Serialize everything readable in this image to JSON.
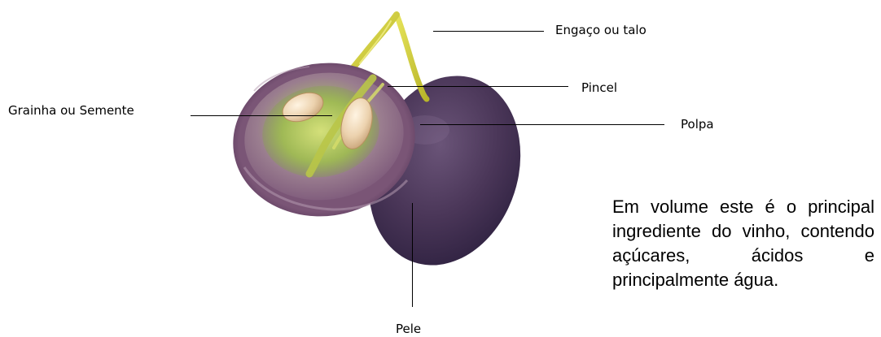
{
  "labels": {
    "engaco": "Engaço ou talo",
    "pincel": "Pincel",
    "grainha": "Grainha ou Semente",
    "polpa": "Polpa",
    "pele": "Pele"
  },
  "note": "Em volume este é o principal ingrediente do vinho, contendo açúcares, ácidos e principalmente água.",
  "colors": {
    "skin_dark": "#3f2b4d",
    "skin_mid": "#5b3f66",
    "pulp_flesh": "#8c6a88",
    "pulp_center": "#c9d66a",
    "stem": "#d8d63a",
    "seed": "#f1dcc0"
  }
}
